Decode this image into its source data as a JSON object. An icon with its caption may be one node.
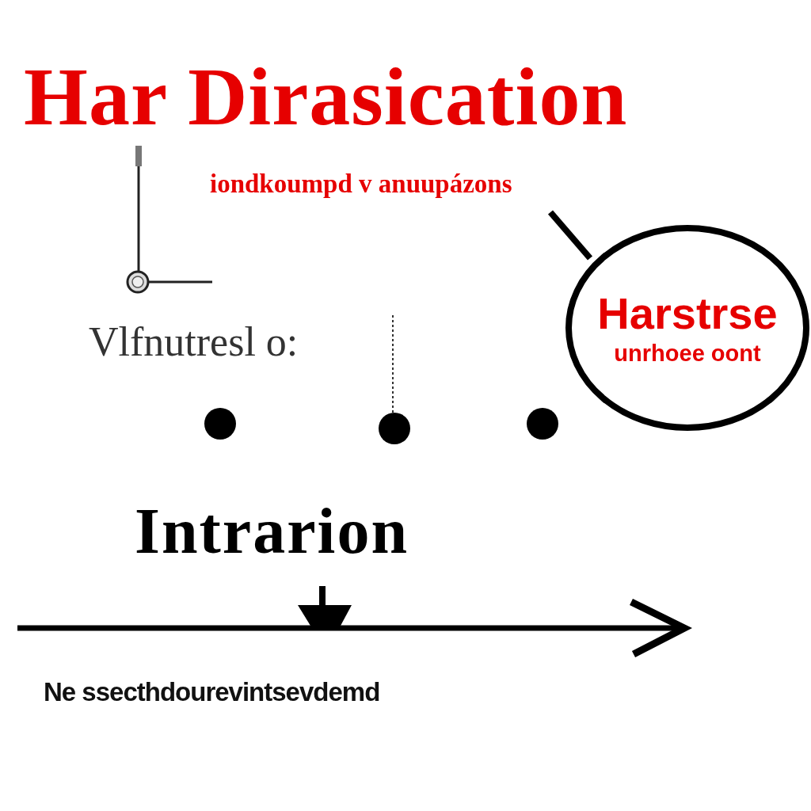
{
  "diagram": {
    "title": "Har Dirasication",
    "nodes": [
      {
        "text": [
          "Harstrse",
          "unrhoee oont"
        ]
      }
    ],
    "labels": [
      "iondkoumpd v anuupázons",
      "Vlfnutresl o:",
      "Intrarion",
      "Ne ssecthdourevintsevdemd"
    ]
  }
}
